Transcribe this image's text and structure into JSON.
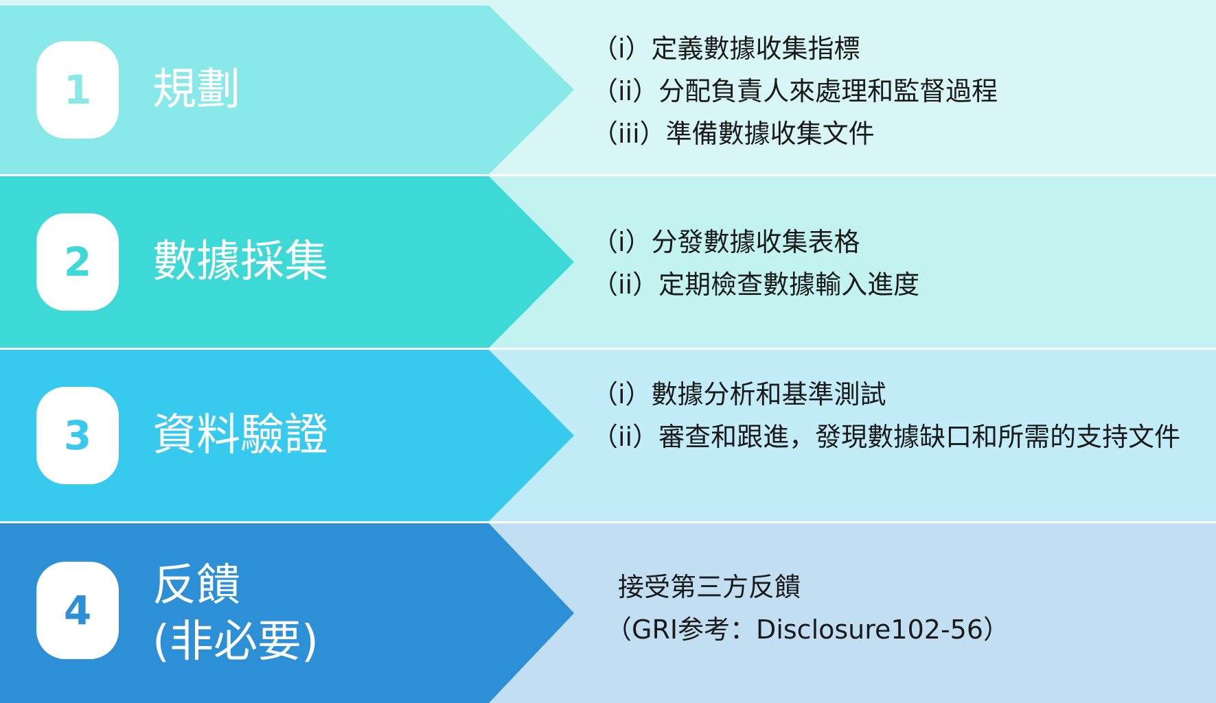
{
  "steps": [
    {
      "number": "1",
      "title": "規劃",
      "subtitle": "",
      "items": [
        "（i）定義數據收集指標",
        "（ii）分配負責人來處理和監督過程",
        "（iii）準備數據收集文件"
      ],
      "colors": {
        "arrow": "#89e8e8",
        "panel": "#d8f6f6",
        "number": "#89e8e8"
      }
    },
    {
      "number": "2",
      "title": "數據採集",
      "subtitle": "",
      "items": [
        "（i）分發數據收集表格",
        "（ii）定期檢查數據輸入進度"
      ],
      "colors": {
        "arrow": "#3dd9d6",
        "panel": "#c3f3f1",
        "number": "#3dd9d6"
      }
    },
    {
      "number": "3",
      "title": "資料驗證",
      "subtitle": "",
      "items": [
        "（i）數據分析和基準測試",
        "（ii）審查和跟進，發現數據缺口和所需的支持文件"
      ],
      "colors": {
        "arrow": "#38c9ee",
        "panel": "#c2ecf8",
        "number": "#38c9ee"
      }
    },
    {
      "number": "4",
      "title": "反饋",
      "subtitle": "(非必要)",
      "items": [
        "接受第三方反饋",
        "（GRI参考：Disclosure102-56）"
      ],
      "colors": {
        "arrow": "#2d8fd5",
        "panel": "#c1def2",
        "number": "#2d8fd5"
      }
    }
  ]
}
